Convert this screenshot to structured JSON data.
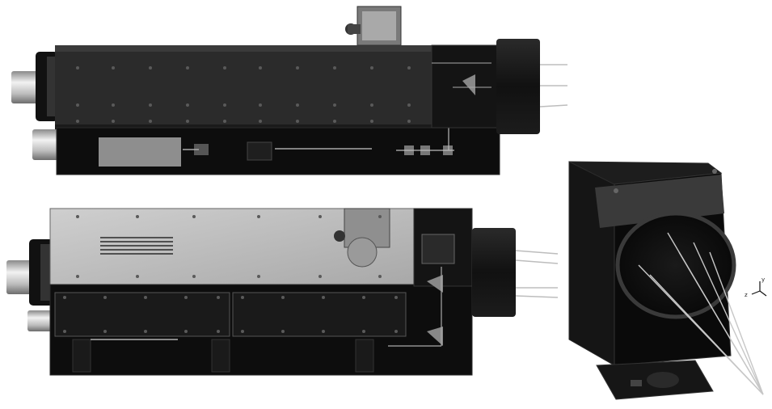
{
  "figure": {
    "views": [
      {
        "id": "top-view"
      },
      {
        "id": "side-view"
      },
      {
        "id": "isometric-view"
      }
    ],
    "axis_triad": {
      "labels": [
        "z",
        "y"
      ]
    }
  },
  "colors": {
    "body_dark": "#1e1e1e",
    "body_black": "#0a0a0a",
    "panel_gray": "#3c3c3c",
    "lid_light": "#b9b9b9",
    "chrome": "#d9d9d9",
    "fiber": "#bdbdbd"
  }
}
